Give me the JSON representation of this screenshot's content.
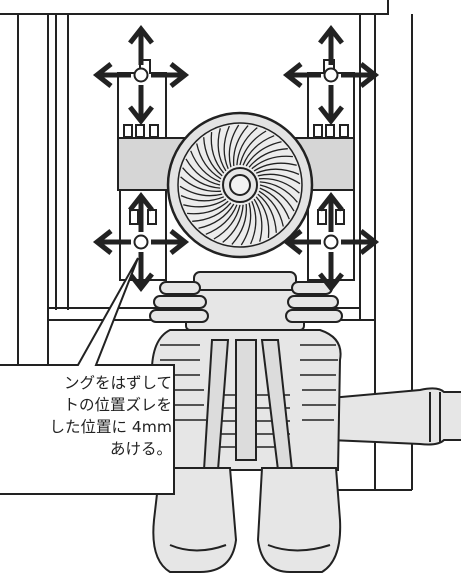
{
  "callout": {
    "lines": [
      "ングをはずして",
      "トの位置ズレを",
      "した位置に 4mm",
      "あける。"
    ]
  },
  "icons": {
    "adjust_arrows": "four-way-arrow-icon",
    "fan": "fan-icon"
  },
  "colors": {
    "line": "#222222",
    "fill_light": "#e6e6e6",
    "fill_mid": "#d4d4d4",
    "white": "#ffffff"
  }
}
